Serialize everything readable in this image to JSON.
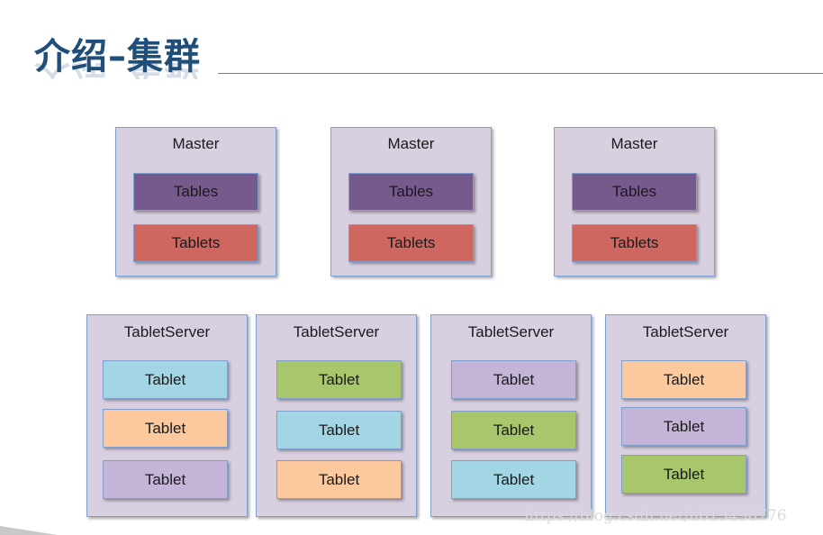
{
  "slide": {
    "title": "介绍–集群",
    "watermark": "https://blog.csdn.net/u013498776"
  },
  "colors": {
    "box_bg": "#d8cfe1",
    "tables": "#765a8e",
    "tablets": "#cf6660",
    "cyan": "#a3d6e4",
    "orange": "#fcc99e",
    "lilac": "#c4b4d8",
    "green": "#a8c66b"
  },
  "masters": [
    {
      "title": "Master",
      "tables_label": "Tables",
      "tablets_label": "Tablets"
    },
    {
      "title": "Master",
      "tables_label": "Tables",
      "tablets_label": "Tablets"
    },
    {
      "title": "Master",
      "tables_label": "Tables",
      "tablets_label": "Tablets"
    }
  ],
  "tablet_servers": [
    {
      "title": "TabletServer",
      "tablets": [
        {
          "label": "Tablet",
          "color": "#a3d6e4"
        },
        {
          "label": "Tablet",
          "color": "#fcc99e"
        },
        {
          "label": "Tablet",
          "color": "#c4b4d8"
        }
      ]
    },
    {
      "title": "TabletServer",
      "tablets": [
        {
          "label": "Tablet",
          "color": "#a8c66b"
        },
        {
          "label": "Tablet",
          "color": "#a3d6e4"
        },
        {
          "label": "Tablet",
          "color": "#fcc99e"
        }
      ]
    },
    {
      "title": "TabletServer",
      "tablets": [
        {
          "label": "Tablet",
          "color": "#c4b4d8"
        },
        {
          "label": "Tablet",
          "color": "#a8c66b"
        },
        {
          "label": "Tablet",
          "color": "#a3d6e4"
        }
      ]
    },
    {
      "title": "TabletServer",
      "tablets": [
        {
          "label": "Tablet",
          "color": "#fcc99e"
        },
        {
          "label": "Tablet",
          "color": "#c4b4d8"
        },
        {
          "label": "Tablet",
          "color": "#a8c66b"
        }
      ]
    }
  ]
}
